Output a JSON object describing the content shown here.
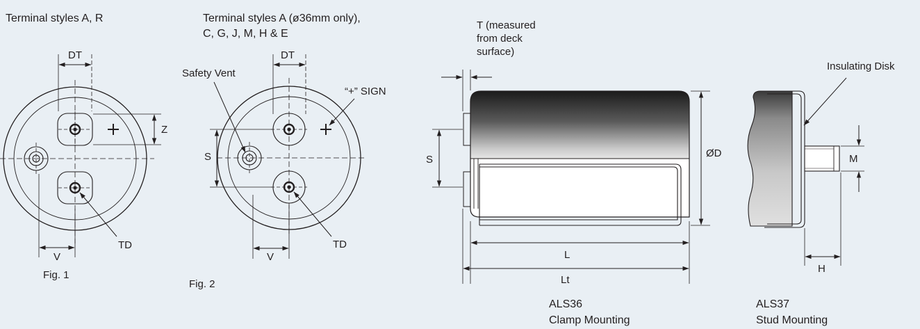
{
  "fig1": {
    "title": "Terminal styles A, R",
    "caption": "Fig. 1",
    "dim_dt": "DT",
    "dim_z": "Z",
    "dim_td": "TD",
    "dim_v": "V"
  },
  "fig2": {
    "title_line1": "Terminal styles A (ø36mm only),",
    "title_line2": "C, G, J, M, H & E",
    "caption": "Fig. 2",
    "dim_dt": "DT",
    "dim_s": "S",
    "dim_td": "TD",
    "dim_v": "V",
    "safety_vent": "Safety Vent",
    "plus_sign": "“+” SIGN"
  },
  "als36": {
    "t_note_line1": "T (measured",
    "t_note_line2": "from deck",
    "t_note_line3": "surface)",
    "dim_s": "S",
    "dim_d": "ØD",
    "dim_l": "L",
    "dim_lt": "Lt",
    "model": "ALS36",
    "mounting": "Clamp Mounting"
  },
  "als37": {
    "insulating_disk": "Insulating Disk",
    "dim_m": "M",
    "dim_h": "H",
    "model": "ALS37",
    "mounting": "Stud Mounting"
  }
}
